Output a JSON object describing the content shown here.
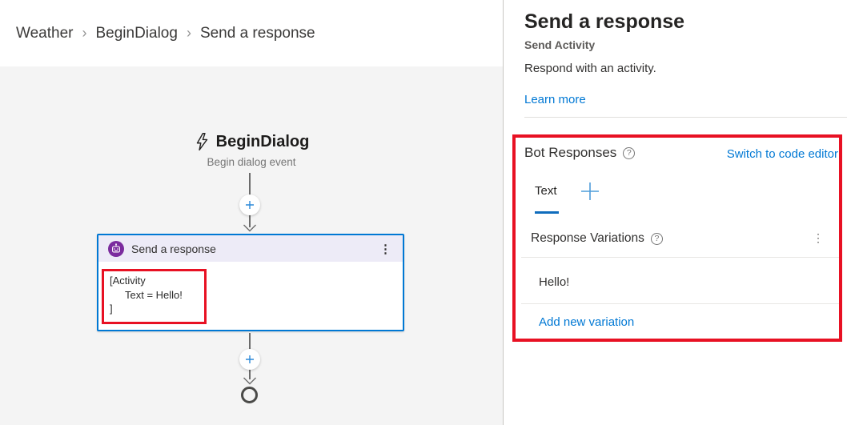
{
  "breadcrumb": {
    "items": [
      {
        "label": "Weather"
      },
      {
        "label": "BeginDialog"
      },
      {
        "label": "Send a response"
      }
    ],
    "separator": "›"
  },
  "canvas": {
    "trigger": {
      "title": "BeginDialog",
      "subtitle": "Begin dialog event"
    },
    "action_node": {
      "title": "Send a response",
      "body_lines": [
        "[Activity",
        "Text = Hello!",
        "]"
      ],
      "more_glyph": "⋮"
    }
  },
  "panel": {
    "title": "Send a response",
    "subtitle": "Send Activity",
    "description": "Respond with an activity.",
    "learn_more_label": "Learn more",
    "bot_responses": {
      "heading": "Bot Responses",
      "switch_to_code_label": "Switch to code editor",
      "active_tab": "Text"
    },
    "response_variations": {
      "heading": "Response Variations",
      "more_glyph": "⋮",
      "items": [
        {
          "text": "Hello!"
        }
      ],
      "add_label": "Add new variation"
    }
  },
  "colors": {
    "accent_blue": "#0078d4",
    "tab_underline_blue": "#0f6cbd",
    "annotation_red": "#e81123",
    "bot_icon_purple": "#7b2c9e",
    "canvas_gray": "#f4f4f4",
    "node_header_lavender": "#edebf7"
  }
}
